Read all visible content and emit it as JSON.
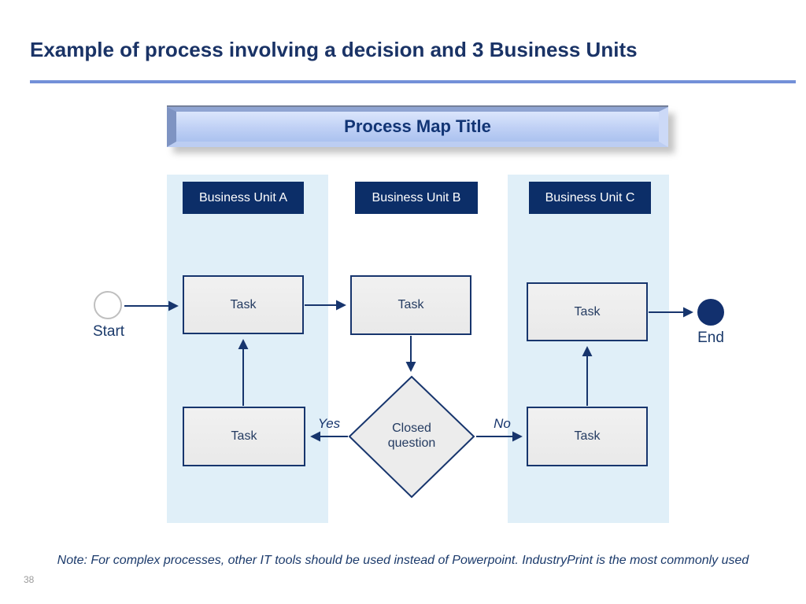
{
  "slide": {
    "title": "Example of process involving a decision and 3 Business Units",
    "note": "Note: For complex processes, other IT tools should be used instead of Powerpoint. IndustryPrint is the most commonly used",
    "page_number": "38"
  },
  "process_map": {
    "title": "Process Map Title",
    "lanes": [
      {
        "label": "Business Unit A",
        "shaded": true
      },
      {
        "label": "Business Unit B",
        "shaded": false
      },
      {
        "label": "Business Unit C",
        "shaded": true
      }
    ],
    "nodes": {
      "start": {
        "label": "Start",
        "shape": "outlined-circle"
      },
      "end": {
        "label": "End",
        "shape": "filled-circle"
      },
      "task_a_top": {
        "label": "Task"
      },
      "task_b": {
        "label": "Task"
      },
      "task_c_top": {
        "label": "Task"
      },
      "task_a_bottom": {
        "label": "Task"
      },
      "task_c_bottom": {
        "label": "Task"
      },
      "decision": {
        "label_line1": "Closed",
        "label_line2": "question"
      }
    },
    "edges": {
      "yes_label": "Yes",
      "no_label": "No"
    }
  },
  "colors": {
    "navy": "#17356d",
    "lane_header_fill": "#0c2e68",
    "lane_band": "#e0eff8",
    "task_fill": "#ececec",
    "title_bar_face": "#b5c9f2",
    "divider_rule": "#7390d8",
    "title_text": "#1a3366",
    "start_border": "#bfbfbf",
    "end_fill": "#12306e",
    "page_number": "#9b9b9b"
  }
}
